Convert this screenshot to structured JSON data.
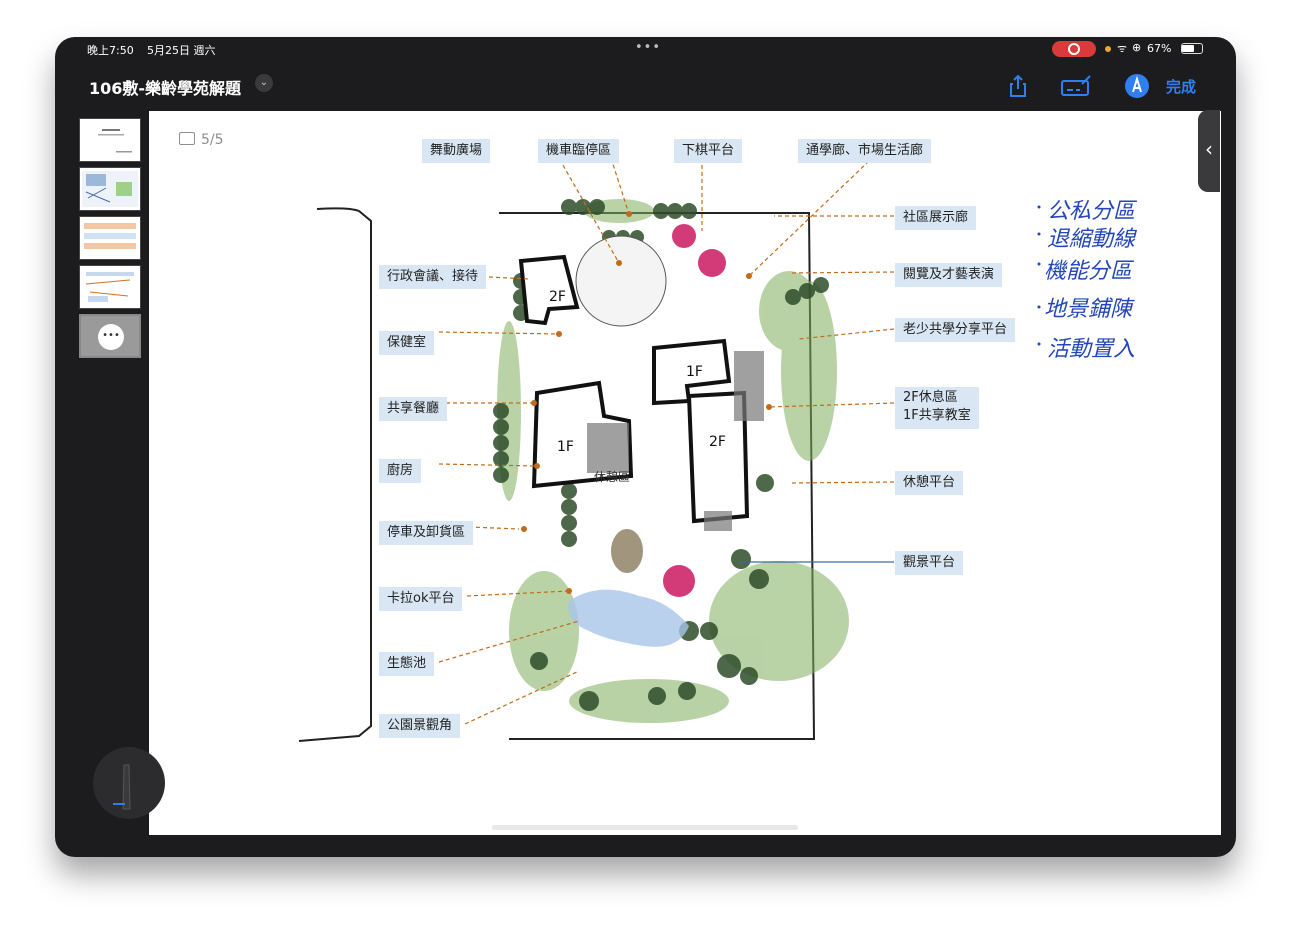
{
  "status": {
    "time": "晚上7:50",
    "date": "5月25日 週六",
    "battery": "67%",
    "battery_level": 0.67,
    "top_dots": "•••"
  },
  "toolbar": {
    "title": "106敷-樂齡學苑解題",
    "done_label": "完成",
    "icons": [
      "share-icon",
      "toolbar-toggle-icon",
      "pen-tool-icon"
    ]
  },
  "sidebar": {
    "thumbnails": [
      "page-1",
      "page-2",
      "page-3",
      "page-4",
      "page-5"
    ],
    "selected": 5,
    "more_label": "•••"
  },
  "page": {
    "indicator": "5/5"
  },
  "plan": {
    "left_labels": [
      "行政會議、接待",
      "保健室",
      "共享餐廳",
      "廚房",
      "停車及卸貨區",
      "卡拉ok平台",
      "生態池",
      "公園景觀角"
    ],
    "top_labels": [
      "舞動廣場",
      "機車臨停區",
      "下棋平台",
      "通學廊、市場生活廊"
    ],
    "right_labels": [
      "社區展示廊",
      "閱覽及才藝表演",
      "老少共學分享平台",
      "2F休息區",
      "1F共享教室",
      "休憩平台",
      "觀景平台"
    ],
    "floor_marks": [
      "2F",
      "1F",
      "1F",
      "2F"
    ],
    "sketch_text": "休憩區"
  },
  "handwriting": [
    "公私分區",
    "退縮動線",
    "機能分區",
    "地景鋪陳",
    "活動置入"
  ],
  "colors": {
    "accent": "#2f7ff0",
    "label_bg": "#d9e6f3",
    "leader": "#c36b1a",
    "ink": "#2446b8",
    "record": "#d93a3a"
  }
}
